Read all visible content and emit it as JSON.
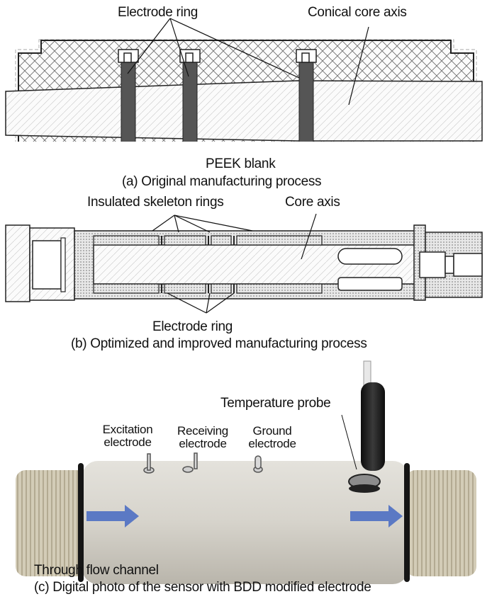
{
  "panel_a": {
    "labels": {
      "electrode_ring": "Electrode ring",
      "conical_core_axis": "Conical core axis",
      "peek_blank": "PEEK blank"
    },
    "caption": "(a) Original manufacturing process"
  },
  "panel_b": {
    "labels": {
      "insulated_skeleton_rings": "Insulated skeleton rings",
      "core_axis": "Core axis",
      "electrode_ring": "Electrode ring"
    },
    "caption": "(b) Optimized and improved manufacturing process"
  },
  "panel_c": {
    "labels": {
      "temperature_probe": "Temperature probe",
      "excitation_electrode": [
        "Excitation",
        "electrode"
      ],
      "receiving_electrode": [
        "Receiving",
        "electrode"
      ],
      "ground_electrode": [
        "Ground",
        "electrode"
      ],
      "through_flow_channel": "Through flow channel"
    },
    "caption": "(c) Digital photo of the sensor with BDD modified electrode",
    "colors": {
      "flow_arrow": "#5b79c4",
      "body": "#d9d6cf",
      "thread": "#cfc8b4",
      "oring": "#1a1a1a"
    }
  }
}
